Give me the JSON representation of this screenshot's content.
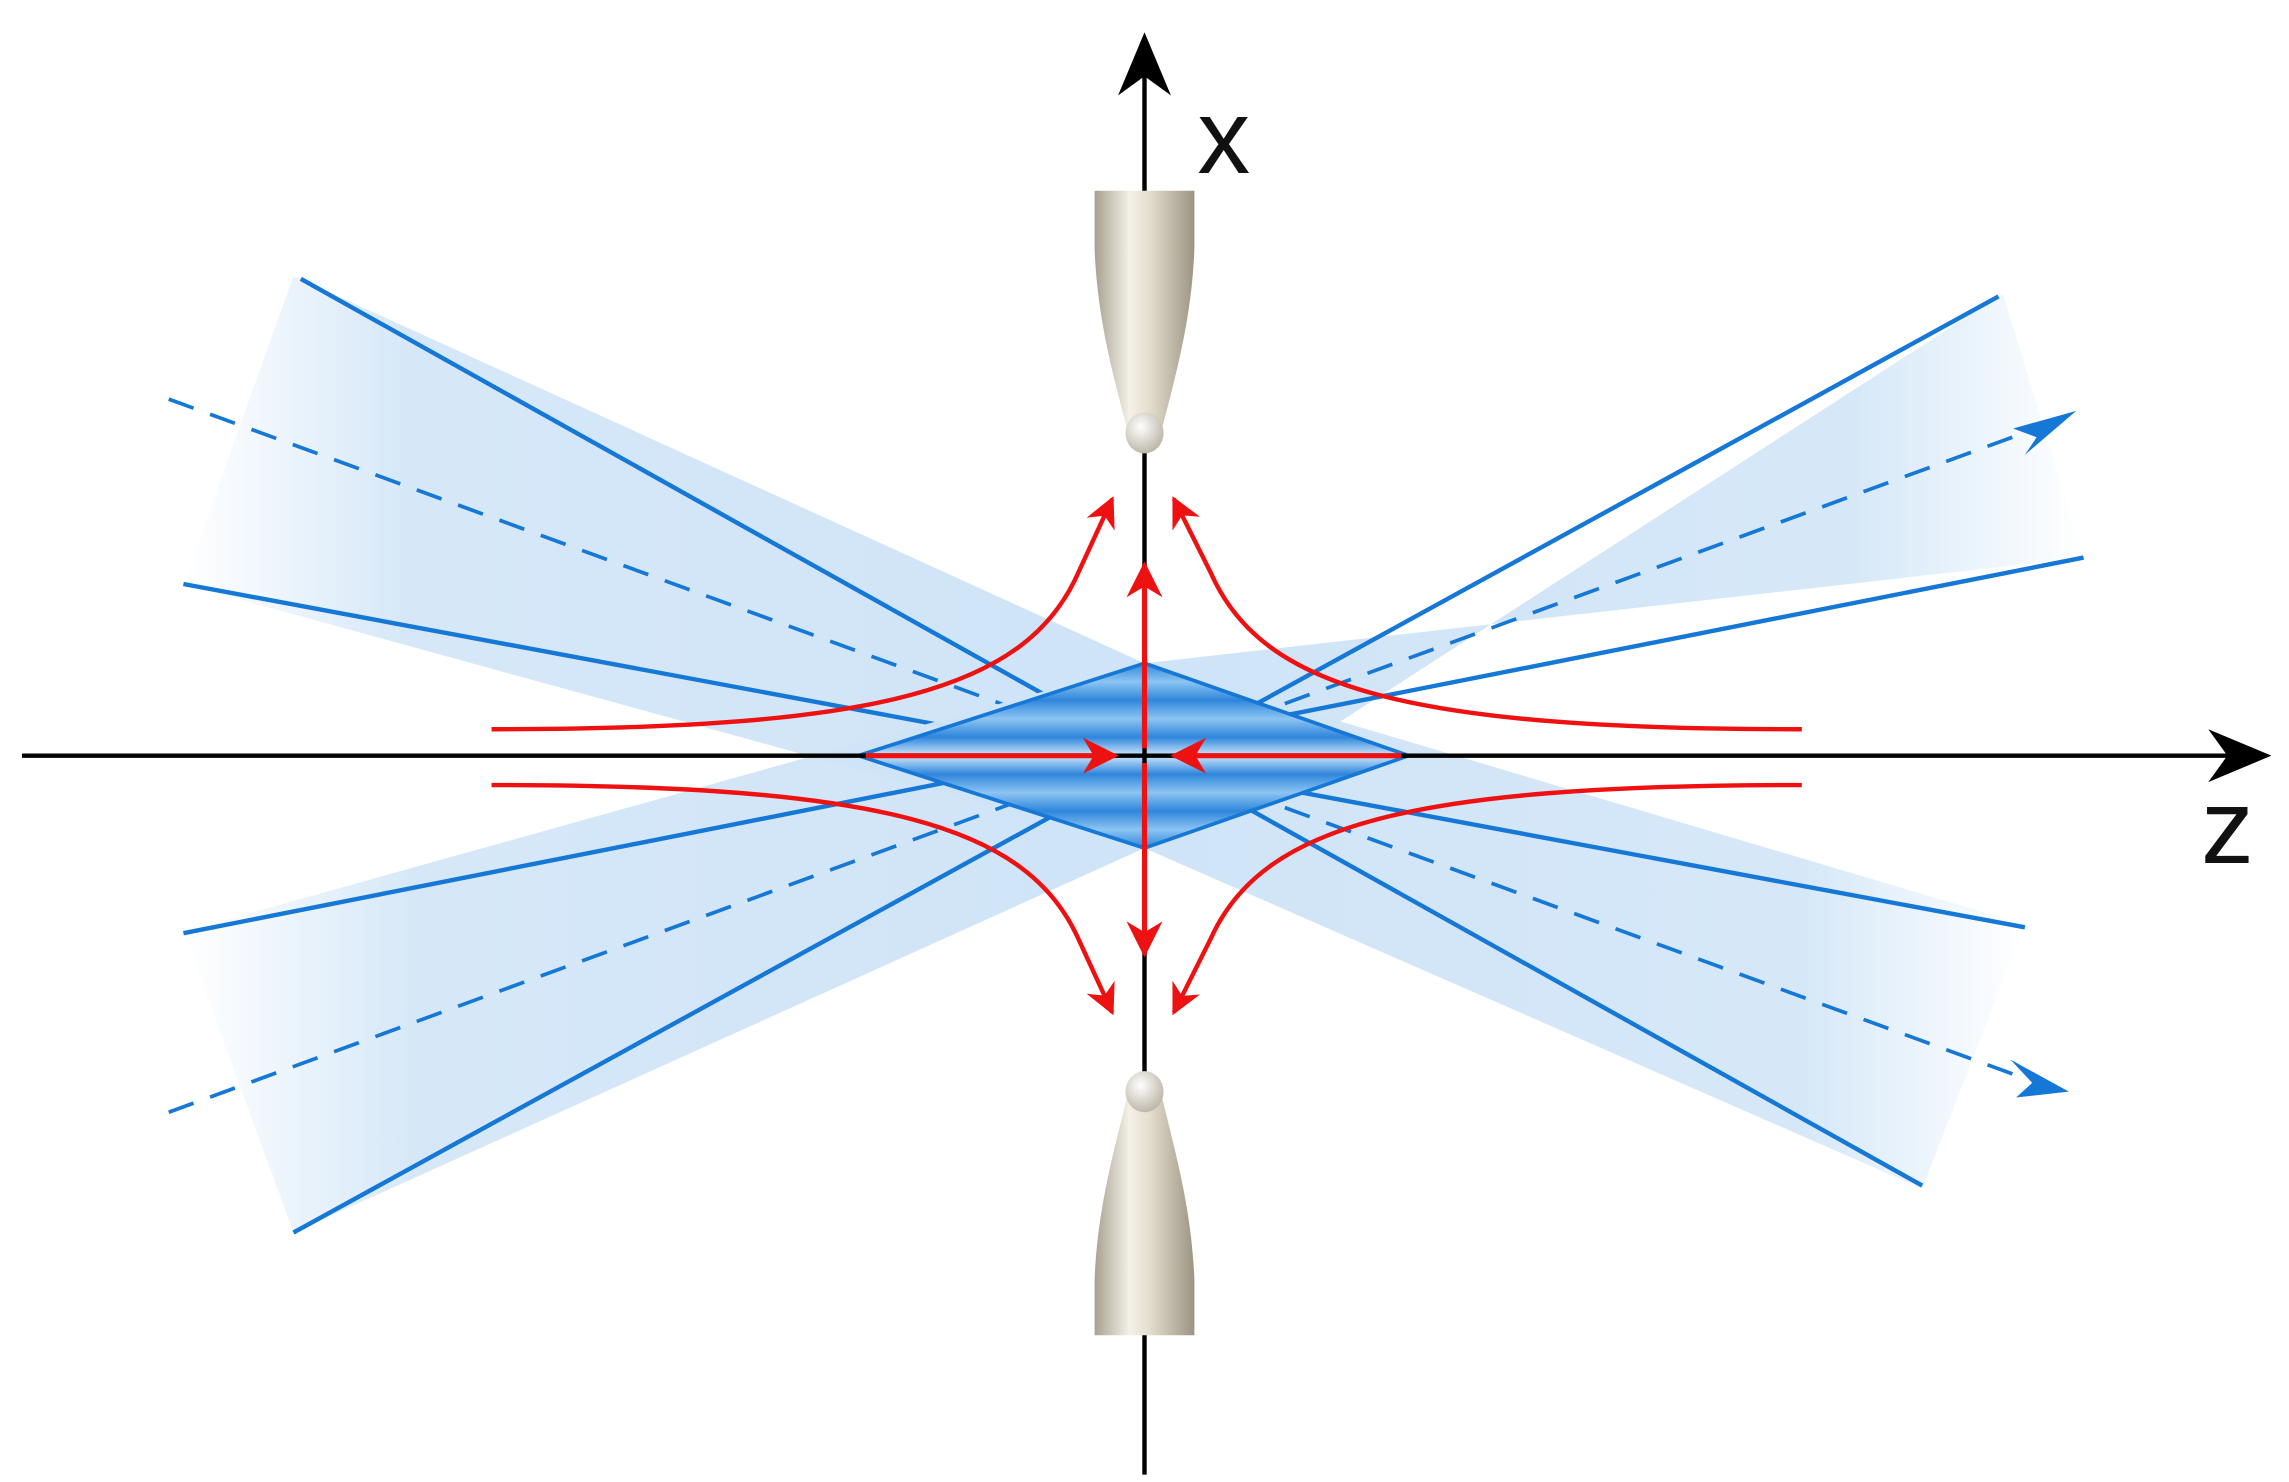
{
  "axes": {
    "x_label": "x",
    "z_label": "z"
  },
  "colors": {
    "axis": "#000000",
    "beam_edge": "#1577d6",
    "beam_fill": "#cfe4f7",
    "overlap_fill": "#3a8fe0",
    "flow": "#ee1111",
    "needle_light": "#f2eee3",
    "needle_dark": "#a8a190"
  },
  "elements": {
    "beams": [
      "beam-upper-left-to-lower-right",
      "beam-lower-left-to-upper-right"
    ],
    "needles": [
      "needle-top",
      "needle-bottom"
    ],
    "flow_lines": 4,
    "central_arrows": 4
  }
}
